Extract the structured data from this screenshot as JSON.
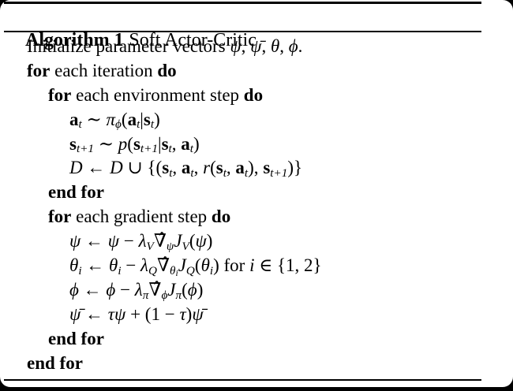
{
  "colors": {
    "frame": "#000000",
    "paper": "#ffffff",
    "ink": "#000000"
  },
  "caption": {
    "label": "Algorithm 1",
    "title": "Soft Actor-Critic"
  },
  "algorithm": {
    "lines": [
      {
        "indent": 1,
        "segments": [
          {
            "s": "rm",
            "v": "Initialize parameter vectors "
          },
          {
            "s": "it",
            "v": "ψ"
          },
          {
            "s": "rm",
            "v": ", "
          },
          {
            "s": "it",
            "v": "ψ̄"
          },
          {
            "s": "rm",
            "v": ", "
          },
          {
            "s": "it",
            "v": "θ"
          },
          {
            "s": "rm",
            "v": ", "
          },
          {
            "s": "it",
            "v": "ϕ"
          },
          {
            "s": "rm",
            "v": "."
          }
        ]
      },
      {
        "indent": 1,
        "segments": [
          {
            "s": "kw",
            "v": "for"
          },
          {
            "s": "rm",
            "v": " each iteration "
          },
          {
            "s": "kw",
            "v": "do"
          }
        ]
      },
      {
        "indent": 2,
        "segments": [
          {
            "s": "kw",
            "v": "for"
          },
          {
            "s": "rm",
            "v": " each environment step "
          },
          {
            "s": "kw",
            "v": "do"
          }
        ]
      },
      {
        "indent": 3,
        "segments": [
          {
            "s": "bf",
            "v": "a"
          },
          {
            "s": "sub",
            "v": "t"
          },
          {
            "s": "rm",
            "v": " ∼ "
          },
          {
            "s": "it",
            "v": "π"
          },
          {
            "s": "sub",
            "v": "ϕ"
          },
          {
            "s": "rm",
            "v": "("
          },
          {
            "s": "bf",
            "v": "a"
          },
          {
            "s": "sub",
            "v": "t"
          },
          {
            "s": "rm",
            "v": "|"
          },
          {
            "s": "bf",
            "v": "s"
          },
          {
            "s": "sub",
            "v": "t"
          },
          {
            "s": "rm",
            "v": ")"
          }
        ]
      },
      {
        "indent": 3,
        "segments": [
          {
            "s": "bf",
            "v": "s"
          },
          {
            "s": "sub",
            "v": "t+1"
          },
          {
            "s": "rm",
            "v": " ∼ "
          },
          {
            "s": "it",
            "v": "p"
          },
          {
            "s": "rm",
            "v": "("
          },
          {
            "s": "bf",
            "v": "s"
          },
          {
            "s": "sub",
            "v": "t+1"
          },
          {
            "s": "rm",
            "v": "|"
          },
          {
            "s": "bf",
            "v": "s"
          },
          {
            "s": "sub",
            "v": "t"
          },
          {
            "s": "rm",
            "v": ", "
          },
          {
            "s": "bf",
            "v": "a"
          },
          {
            "s": "sub",
            "v": "t"
          },
          {
            "s": "rm",
            "v": ")"
          }
        ]
      },
      {
        "indent": 3,
        "segments": [
          {
            "s": "cal",
            "v": "D"
          },
          {
            "s": "rm",
            "v": " ← "
          },
          {
            "s": "cal",
            "v": "D"
          },
          {
            "s": "rm",
            "v": " ∪ {("
          },
          {
            "s": "bf",
            "v": "s"
          },
          {
            "s": "sub",
            "v": "t"
          },
          {
            "s": "rm",
            "v": ", "
          },
          {
            "s": "bf",
            "v": "a"
          },
          {
            "s": "sub",
            "v": "t"
          },
          {
            "s": "rm",
            "v": ", "
          },
          {
            "s": "it",
            "v": "r"
          },
          {
            "s": "rm",
            "v": "("
          },
          {
            "s": "bf",
            "v": "s"
          },
          {
            "s": "sub",
            "v": "t"
          },
          {
            "s": "rm",
            "v": ", "
          },
          {
            "s": "bf",
            "v": "a"
          },
          {
            "s": "sub",
            "v": "t"
          },
          {
            "s": "rm",
            "v": "), "
          },
          {
            "s": "bf",
            "v": "s"
          },
          {
            "s": "sub",
            "v": "t+1"
          },
          {
            "s": "rm",
            "v": ")}"
          }
        ]
      },
      {
        "indent": 2,
        "segments": [
          {
            "s": "kw",
            "v": "end for"
          }
        ]
      },
      {
        "indent": 2,
        "segments": [
          {
            "s": "kw",
            "v": "for"
          },
          {
            "s": "rm",
            "v": " each gradient step "
          },
          {
            "s": "kw",
            "v": "do"
          }
        ]
      },
      {
        "indent": 3,
        "segments": [
          {
            "s": "it",
            "v": "ψ"
          },
          {
            "s": "rm",
            "v": " ← "
          },
          {
            "s": "it",
            "v": "ψ"
          },
          {
            "s": "rm",
            "v": " − "
          },
          {
            "s": "it",
            "v": "λ"
          },
          {
            "s": "sub",
            "v": "V"
          },
          {
            "s": "rm",
            "v": "∇̂"
          },
          {
            "s": "sub",
            "v": "ψ"
          },
          {
            "s": "it",
            "v": "J"
          },
          {
            "s": "sub",
            "v": "V"
          },
          {
            "s": "rm",
            "v": "("
          },
          {
            "s": "it",
            "v": "ψ"
          },
          {
            "s": "rm",
            "v": ")"
          }
        ]
      },
      {
        "indent": 3,
        "segments": [
          {
            "s": "it",
            "v": "θ"
          },
          {
            "s": "sub",
            "v": "i"
          },
          {
            "s": "rm",
            "v": " ← "
          },
          {
            "s": "it",
            "v": "θ"
          },
          {
            "s": "sub",
            "v": "i"
          },
          {
            "s": "rm",
            "v": " − "
          },
          {
            "s": "it",
            "v": "λ"
          },
          {
            "s": "sub",
            "v": "Q"
          },
          {
            "s": "rm",
            "v": "∇̂"
          },
          {
            "s": "sub",
            "v": "θ"
          },
          {
            "s": "subsub",
            "v": "i"
          },
          {
            "s": "it",
            "v": "J"
          },
          {
            "s": "sub",
            "v": "Q"
          },
          {
            "s": "rm",
            "v": "("
          },
          {
            "s": "it",
            "v": "θ"
          },
          {
            "s": "sub",
            "v": "i"
          },
          {
            "s": "rm",
            "v": ") for "
          },
          {
            "s": "it",
            "v": "i"
          },
          {
            "s": "rm",
            "v": " ∈ {1, 2}"
          }
        ]
      },
      {
        "indent": 3,
        "segments": [
          {
            "s": "it",
            "v": "ϕ"
          },
          {
            "s": "rm",
            "v": " ← "
          },
          {
            "s": "it",
            "v": "ϕ"
          },
          {
            "s": "rm",
            "v": " − "
          },
          {
            "s": "it",
            "v": "λ"
          },
          {
            "s": "sub",
            "v": "π"
          },
          {
            "s": "rm",
            "v": "∇̂"
          },
          {
            "s": "sub",
            "v": "ϕ"
          },
          {
            "s": "it",
            "v": "J"
          },
          {
            "s": "sub",
            "v": "π"
          },
          {
            "s": "rm",
            "v": "("
          },
          {
            "s": "it",
            "v": "ϕ"
          },
          {
            "s": "rm",
            "v": ")"
          }
        ]
      },
      {
        "indent": 3,
        "segments": [
          {
            "s": "it",
            "v": "ψ̄"
          },
          {
            "s": "rm",
            "v": " ← "
          },
          {
            "s": "it",
            "v": "τψ"
          },
          {
            "s": "rm",
            "v": " + (1 − "
          },
          {
            "s": "it",
            "v": "τ"
          },
          {
            "s": "rm",
            "v": ")"
          },
          {
            "s": "it",
            "v": "ψ̄"
          }
        ]
      },
      {
        "indent": 2,
        "segments": [
          {
            "s": "kw",
            "v": "end for"
          }
        ]
      },
      {
        "indent": 1,
        "segments": [
          {
            "s": "kw",
            "v": "end for"
          }
        ]
      }
    ]
  }
}
